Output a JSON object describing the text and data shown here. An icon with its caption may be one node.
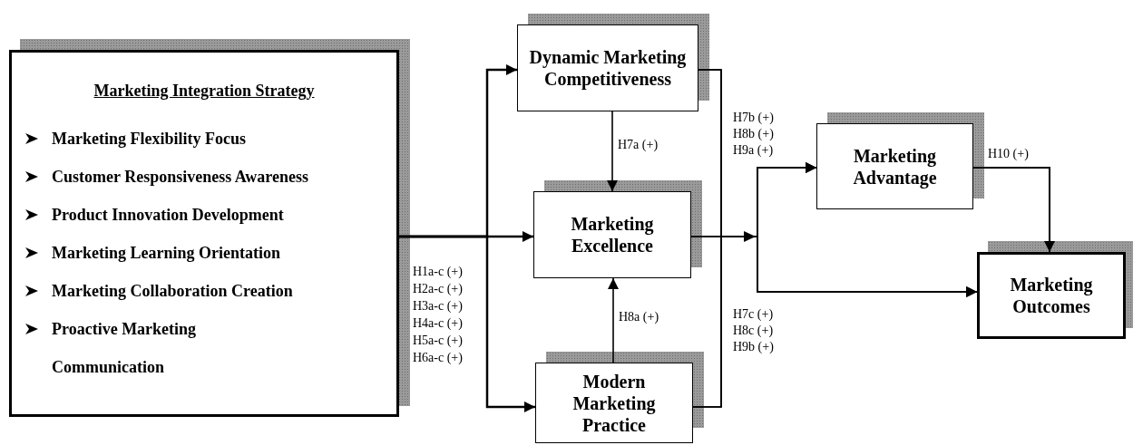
{
  "diagram": {
    "nodes": [
      {
        "text": [
          "Marketing Integration Strategy",
          "Marketing Flexibility Focus",
          "Customer Responsiveness Awareness",
          "Product Innovation Development",
          "Marketing Learning Orientation",
          "Marketing Collaboration Creation",
          "Proactive Marketing Communication"
        ]
      },
      {
        "text": [
          "Dynamic Marketing Competitiveness"
        ]
      },
      {
        "text": [
          "Marketing Excellence"
        ]
      },
      {
        "text": [
          "Modern Marketing Practice"
        ]
      },
      {
        "text": [
          "Marketing Advantage"
        ]
      },
      {
        "text": [
          "Marketing Outcomes"
        ]
      }
    ],
    "edges": [
      {
        "from": 0,
        "to": 2,
        "arrow": "to"
      },
      {
        "from": 0,
        "to": 1,
        "arrow": "to"
      },
      {
        "from": 0,
        "to": 3,
        "arrow": "to"
      },
      {
        "from": 1,
        "to": 2,
        "arrow": "to",
        "label": "H7a (+)"
      },
      {
        "from": 3,
        "to": 2,
        "arrow": "to",
        "label": "H8a (+)"
      },
      {
        "from": 1,
        "to": 4,
        "arrow": "to"
      },
      {
        "from": 1,
        "to": 5,
        "arrow": "to"
      },
      {
        "from": 2,
        "to": 4,
        "arrow": "to"
      },
      {
        "from": 2,
        "to": 5,
        "arrow": "to"
      },
      {
        "from": 3,
        "to": 4,
        "arrow": "to"
      },
      {
        "from": 3,
        "to": 5,
        "arrow": "to"
      },
      {
        "from": 4,
        "to": 5,
        "arrow": "to",
        "label": "H10 (+)"
      }
    ],
    "labels": [
      "H1a-c (+)",
      "H2a-c (+)",
      "H3a-c (+)",
      "H4a-c (+)",
      "H5a-c (+)",
      "H6a-c (+)",
      "H7b (+)",
      "H8b (+)",
      "H9a (+)",
      "H7c (+)",
      "H8c (+)",
      "H9b (+)"
    ]
  }
}
